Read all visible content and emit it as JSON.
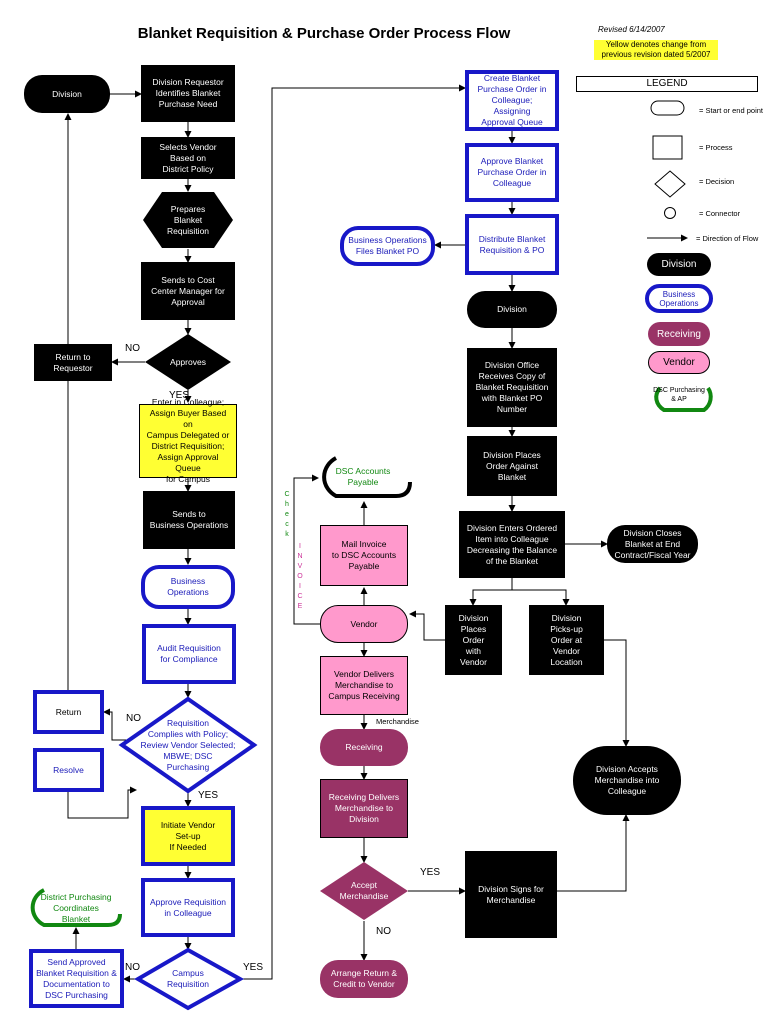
{
  "header": {
    "title": "Blanket Requisition & Purchase Order Process Flow",
    "revised": "Revised 6/14/2007",
    "yellow_note": "Yellow denotes change from\nprevious revision dated 5/2007"
  },
  "nodes": {
    "division_start": "Division",
    "requestor_need": "Division  Requestor\nIdentifies Blanket\nPurchase Need",
    "selects_vendor": "Selects Vendor\nBased on\nDistrict Policy",
    "prepares": "Prepares\nBlanket\nRequisition",
    "sends_cost_center": "Sends to Cost\nCenter Manager for\nApproval",
    "approves": "Approves",
    "return_requestor": "Return to\nRequestor",
    "enter_colleague": "Enter in Colleague;\nAssign Buyer Based on\nCampus Delegated or\nDistrict Requisition;\nAssign Approval Queue\nfor  Campus",
    "sends_bo": "Sends to\nBusiness Operations",
    "business_ops": "Business Operations",
    "audit": "Audit Requisition\nfor Compliance",
    "complies": "Requisition\nComplies with Policy;\nReview Vendor Selected;\nMBWE;  DSC\nPurchasing",
    "return": "Return",
    "resolve": "Resolve",
    "initiate_vendor": "Initiate Vendor\nSet-up\nIf Needed",
    "approve_req": "Approve Requisition\nin Colleague",
    "campus_req": "Campus\nRequisition",
    "send_approved": "Send Approved\nBlanket Requisition &\nDocumentation to\nDSC Purchasing",
    "district_purch": "District Purchasing\nCoordinates\nBlanket",
    "create_po": "Create Blanket\nPurchase Order in\nColleague; Assigning\nApproval Queue",
    "approve_po": "Approve Blanket\nPurchase Order in\nColleague",
    "distribute": "Distribute Blanket\nRequisition & PO",
    "bo_files": "Business Operations\nFiles Blanket PO",
    "division_2": "Division",
    "office_receives": "Division Office\nReceives Copy of\nBlanket Requisition\nwith Blanket PO\nNumber",
    "places_order": "Division Places\nOrder Against\nBlanket",
    "enters_ordered": "Division Enters Ordered\nItem into Colleague\nDecreasing the Balance\nof the Blanket",
    "closes": "Division Closes\nBlanket at End\nContract/Fiscal Year",
    "places_with_vendor": "Division\nPlaces\nOrder\nwith\nVendor",
    "picks_up": "Division\nPicks-up\nOrder at\nVendor\nLocation",
    "dsc_ap": "DSC Accounts\nPayable",
    "mail_invoice": "Mail Invoice\nto DSC Accounts\nPayable",
    "vendor": "Vendor",
    "vendor_delivers": "Vendor Delivers\nMerchandise to\nCampus Receiving",
    "receiving": "Receiving",
    "receiving_delivers": "Receiving Delivers\nMerchandise to\nDivision",
    "accept_merch": "Accept\nMerchandise",
    "arrange_return": "Arrange Return &\nCredit to Vendor",
    "signs": "Division Signs for\nMerchandise",
    "accepts": "Division Accepts\nMerchandise into\nColleague"
  },
  "labels": {
    "no_1": "NO",
    "yes_1": "YES",
    "no_2": "NO",
    "yes_2": "YES",
    "no_3": "NO",
    "yes_3": "YES",
    "yes_4": "YES",
    "no_4": "NO",
    "merchandise": "Merchandise",
    "check": "C\nh\ne\nc\nk",
    "invoice": "I\nN\nV\nO\nI\nC\nE"
  },
  "legend": {
    "title": "LEGEND",
    "start_end": "= Start or end point",
    "process": "= Process",
    "decision": "= Decision",
    "connector": "= Connector",
    "direction": "= Direction of Flow",
    "division": "Division",
    "business_ops": "Business\nOperations",
    "receiving": "Receiving",
    "vendor": "Vendor",
    "dsc": "DSC Purchasing\n& AP"
  },
  "colors": {
    "blue": "#1818c8",
    "yellow": "#ffff33",
    "pink": "#ff99cc",
    "maroon": "#993366",
    "green": "#118811"
  }
}
